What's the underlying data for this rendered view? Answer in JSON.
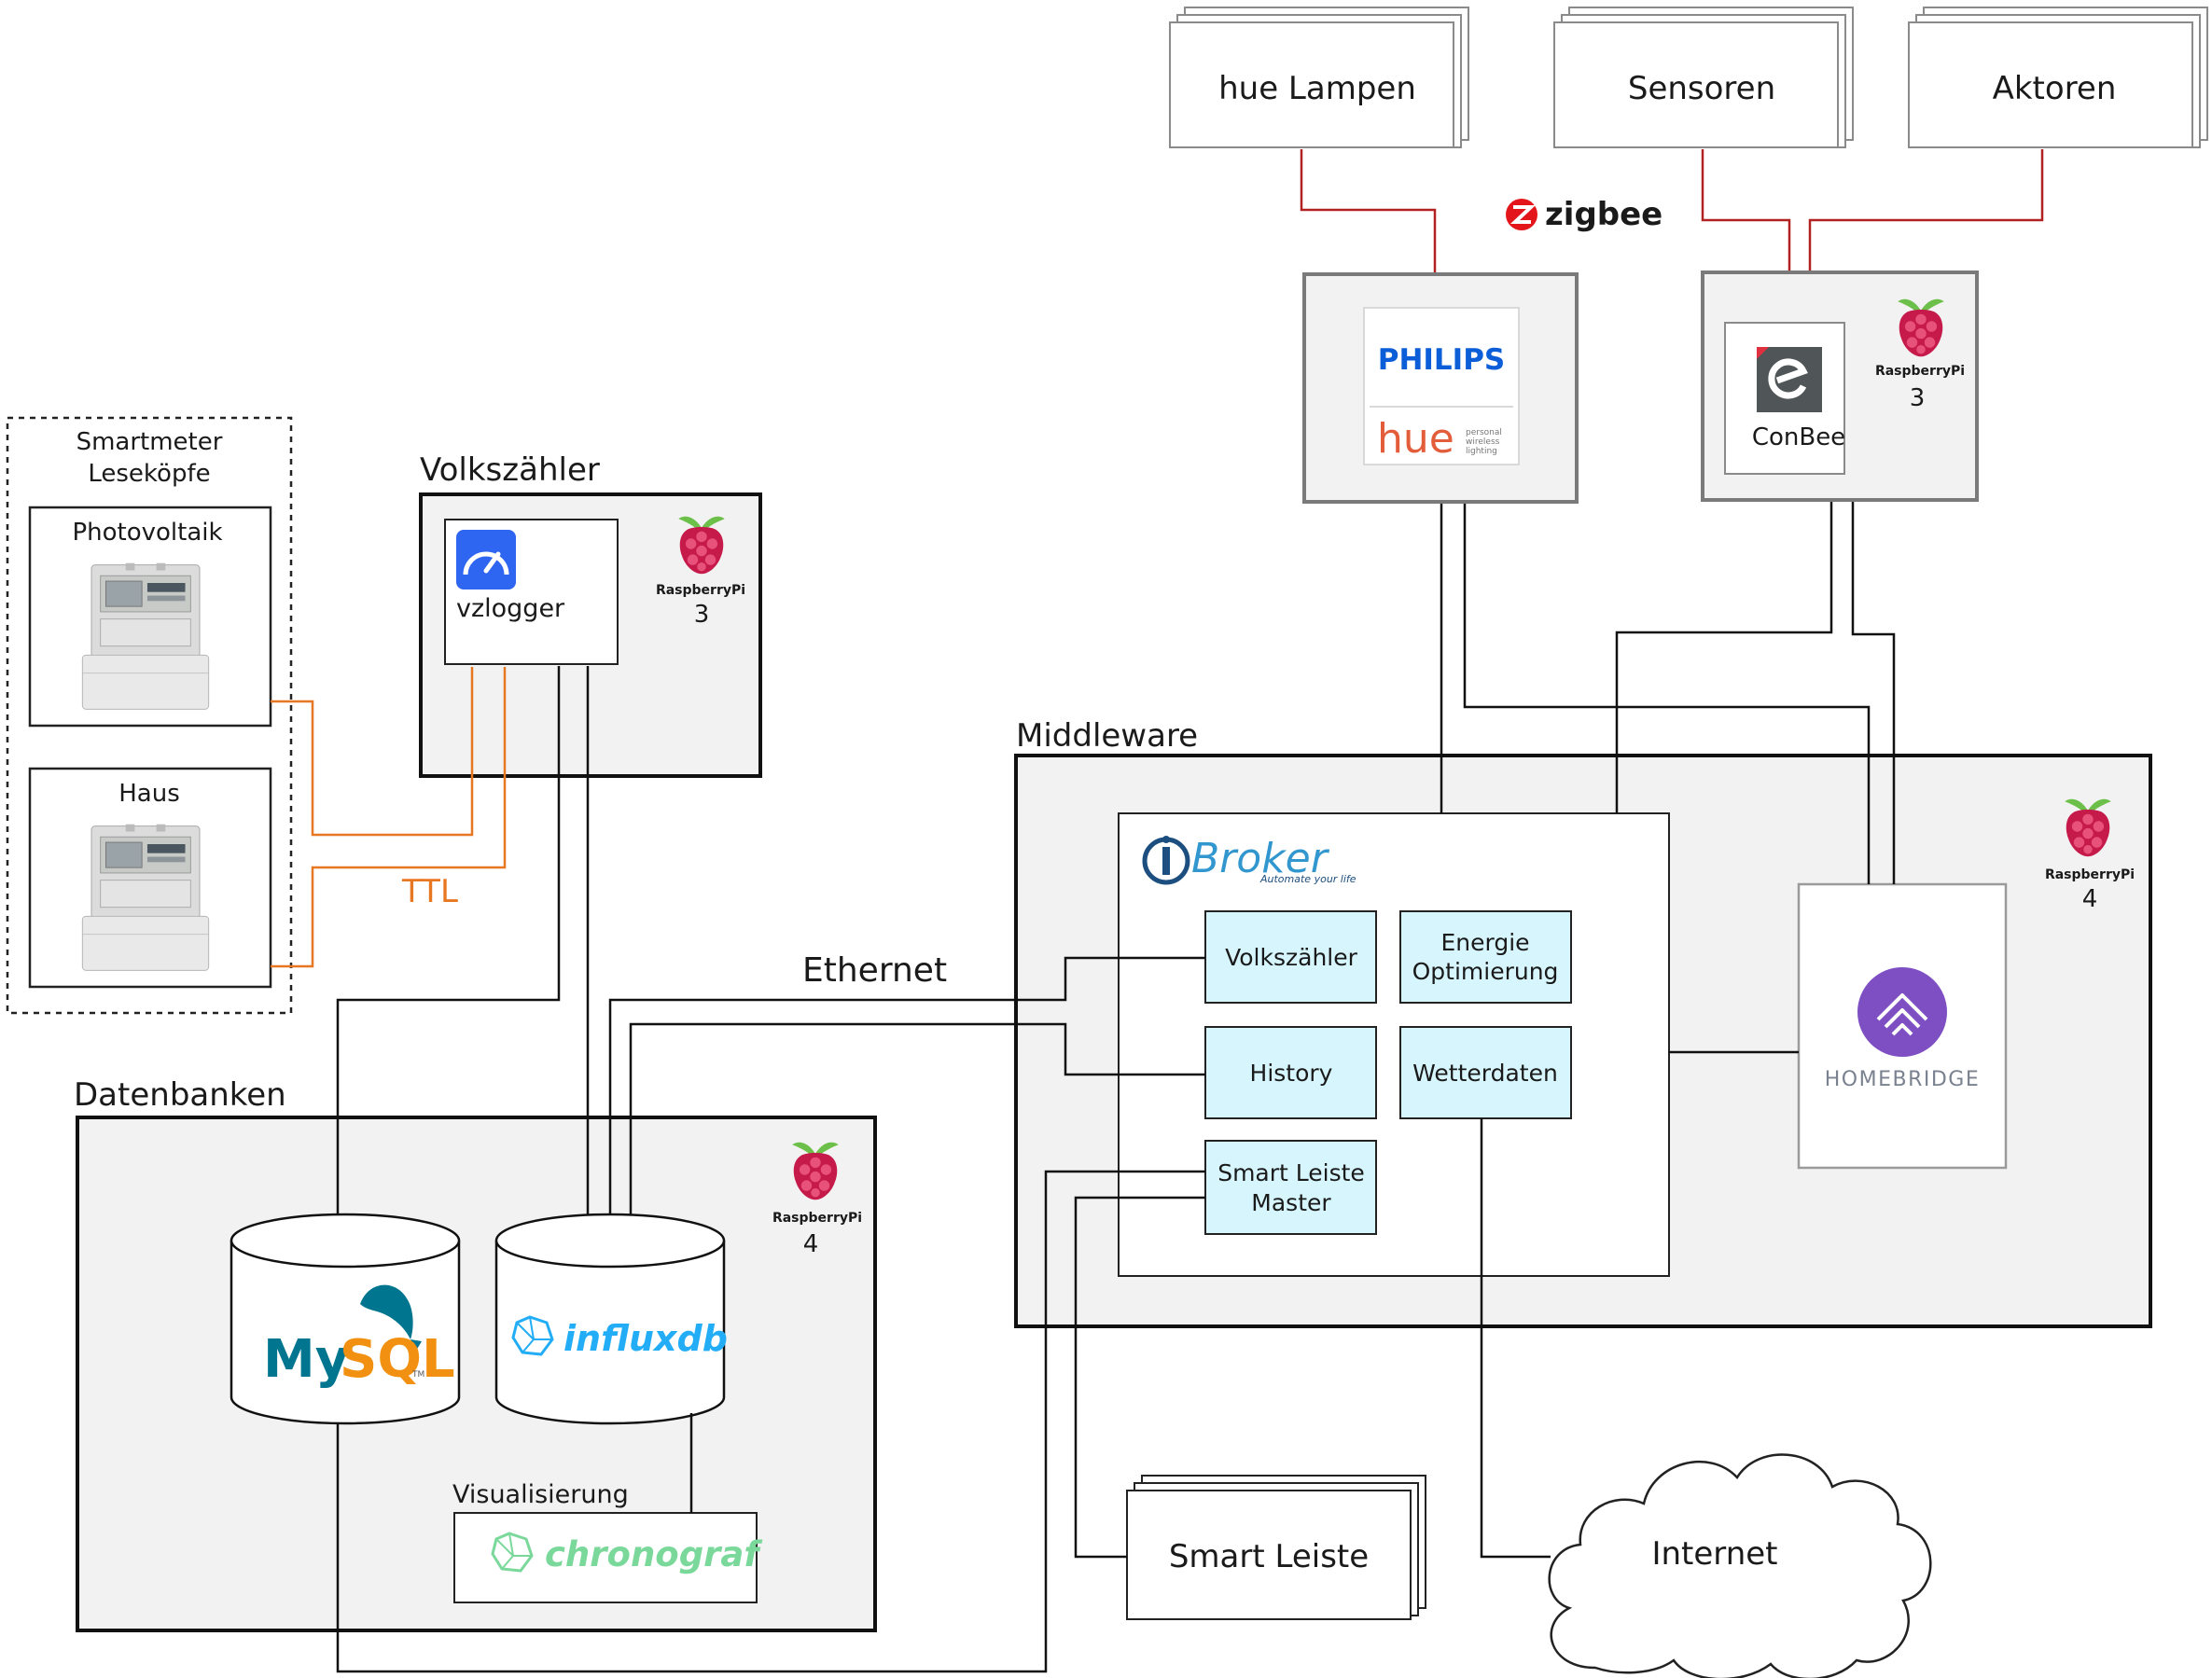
{
  "diagram": {
    "top_devices": {
      "hue_lampen": "hue Lampen",
      "sensoren": "Sensoren",
      "aktoren": "Aktoren"
    },
    "zigbee": {
      "logo_text": "zigbee",
      "color": "#e3161b"
    },
    "philips_hue": {
      "brand": "PHILIPS",
      "product": "hue",
      "tagline": [
        "personal",
        "wireless",
        "lighting"
      ]
    },
    "conbee": {
      "label": "ConBee",
      "pi_label": "RaspberryPi",
      "pi_version": "3"
    },
    "smartmeter": {
      "title_line1": "Smartmeter",
      "title_line2": "Leseköpfe",
      "photovoltaik": "Photovoltaik",
      "haus": "Haus"
    },
    "volkszaehler": {
      "title": "Volkszähler",
      "app": "vzlogger",
      "pi_label": "RaspberryPi",
      "pi_version": "3"
    },
    "ttl_label": "TTL",
    "ethernet_label": "Ethernet",
    "middleware": {
      "title": "Middleware",
      "pi_label": "RaspberryPi",
      "pi_version": "4",
      "iobroker": {
        "logo": "Broker",
        "tagline": "Automate your life"
      },
      "modules": {
        "volkszaehler": "Volkszähler",
        "energie_line1": "Energie",
        "energie_line2": "Optimierung",
        "history": "History",
        "wetterdaten": "Wetterdaten",
        "smart_leiste_line1": "Smart Leiste",
        "smart_leiste_line2": "Master"
      },
      "homebridge": "HOMEBRIDGE"
    },
    "datenbanken": {
      "title": "Datenbanken",
      "pi_label": "RaspberryPi",
      "pi_version": "4",
      "mysql_my": "My",
      "mysql_sql": "SQL",
      "mysql_tm": "TM",
      "influxdb": "influxdb",
      "visualisierung": "Visualisierung",
      "chronograf": "chronograf"
    },
    "smart_leiste": "Smart Leiste",
    "internet": "Internet",
    "colors": {
      "zigbee_link": "#b22222",
      "ttl_link": "#e87722",
      "module_fill": "#d6f5fd",
      "panel_fill": "#f2f2f2",
      "iobroker_blue": "#3296cf",
      "influx_blue": "#22adf6",
      "mysql_blue": "#00758f",
      "mysql_orange": "#f29111",
      "chronograf_green": "#7ad99a",
      "homebridge_purple": "#7e4fc3",
      "pi_red": "#c51a4a",
      "pi_green": "#6cc04a"
    }
  }
}
